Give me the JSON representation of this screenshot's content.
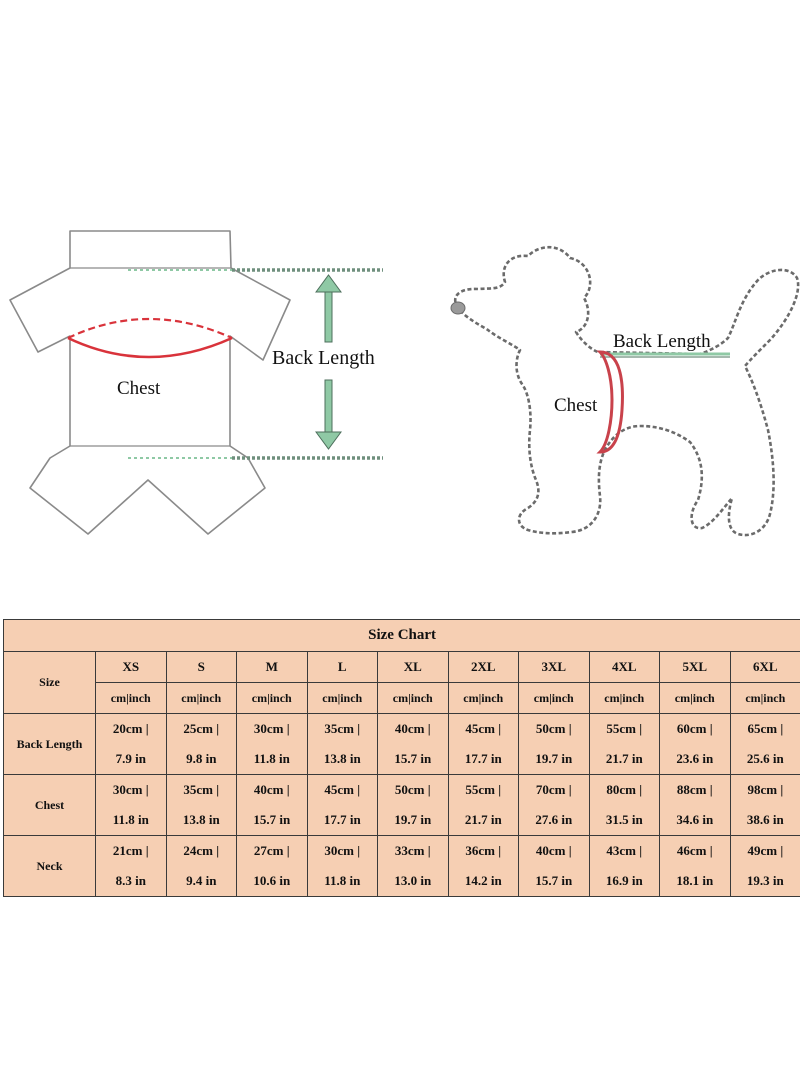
{
  "diagram": {
    "shirt_chest_label": "Chest",
    "shirt_back_label": "Back Length",
    "dog_back_label": "Back Length",
    "dog_chest_label": "Chest",
    "colors": {
      "chest": "#d9333b",
      "back": "#8fc9a5",
      "outline": "#6b6b6b"
    }
  },
  "table": {
    "title": "Size Chart",
    "size_label": "Size",
    "sizes": [
      "XS",
      "S",
      "M",
      "L",
      "XL",
      "2XL",
      "3XL",
      "4XL",
      "5XL",
      "6XL"
    ],
    "unit": "cm|inch",
    "rows": [
      {
        "label": "Back Length",
        "cm": [
          "20cm |",
          "25cm |",
          "30cm |",
          "35cm |",
          "40cm |",
          "45cm |",
          "50cm |",
          "55cm |",
          "60cm |",
          "65cm |"
        ],
        "inch": [
          "7.9 in",
          "9.8 in",
          "11.8 in",
          "13.8 in",
          "15.7 in",
          "17.7 in",
          "19.7 in",
          "21.7 in",
          "23.6 in",
          "25.6 in"
        ]
      },
      {
        "label": "Chest",
        "cm": [
          "30cm |",
          "35cm |",
          "40cm |",
          "45cm |",
          "50cm |",
          "55cm |",
          "70cm |",
          "80cm |",
          "88cm |",
          "98cm |"
        ],
        "inch": [
          "11.8 in",
          "13.8 in",
          "15.7 in",
          "17.7 in",
          "19.7 in",
          "21.7 in",
          "27.6 in",
          "31.5 in",
          "34.6 in",
          "38.6 in"
        ]
      },
      {
        "label": "Neck",
        "cm": [
          "21cm |",
          "24cm |",
          "27cm |",
          "30cm |",
          "33cm |",
          "36cm |",
          "40cm |",
          "43cm |",
          "46cm |",
          "49cm |"
        ],
        "inch": [
          "8.3 in",
          "9.4 in",
          "10.6 in",
          "11.8 in",
          "13.0 in",
          "14.2 in",
          "15.7 in",
          "16.9 in",
          "18.1 in",
          "19.3 in"
        ]
      }
    ],
    "background": "#f6cfb3"
  }
}
